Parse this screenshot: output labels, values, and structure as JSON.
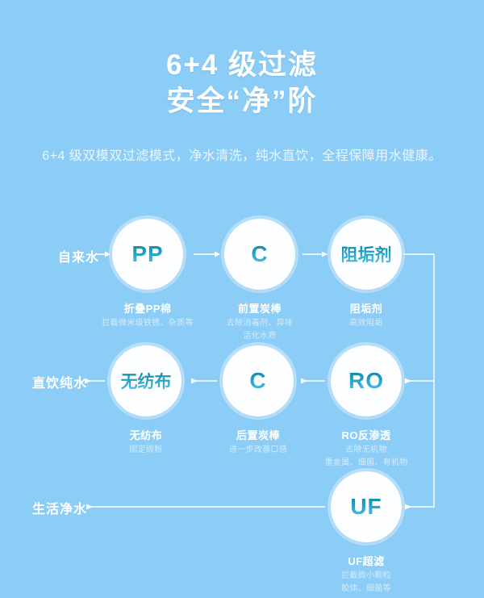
{
  "background_color": "#8ccdf8",
  "accent_color": "#0b7f99",
  "header": {
    "title_line1": "6+4 级过滤",
    "title_line2": "安全“净”阶",
    "subtitle": "6+4 级双模双过滤模式，净水清洗，纯水直饮，全程保障用水健康。"
  },
  "edge_labels": {
    "inlet": "自来水",
    "pure_water_outlet": "直饮纯水",
    "living_water_outlet": "生活净水"
  },
  "nodes": [
    {
      "id": "pp",
      "symbol": "PP",
      "symbol_type": "latin",
      "caption": "折叠PP棉",
      "sub": [
        "拦截微米级铁锈、杂质等"
      ]
    },
    {
      "id": "c1",
      "symbol": "C",
      "symbol_type": "latin",
      "caption": "前置炭棒",
      "sub": [
        "去除消毒剂、异味",
        "活化水质"
      ]
    },
    {
      "id": "scale",
      "symbol": "阻垢剂",
      "symbol_type": "cjk",
      "caption": "阻垢剂",
      "sub": [
        "高效阻垢"
      ]
    },
    {
      "id": "cloth",
      "symbol": "无纺布",
      "symbol_type": "cjk",
      "caption": "无纺布",
      "sub": [
        "固定碳粉"
      ]
    },
    {
      "id": "c2",
      "symbol": "C",
      "symbol_type": "latin",
      "caption": "后置炭棒",
      "sub": [
        "进一步改善口感"
      ]
    },
    {
      "id": "ro",
      "symbol": "RO",
      "symbol_type": "latin",
      "caption": "RO反渗透",
      "sub": [
        "去除无机物",
        "重金属、细菌、有机物"
      ]
    },
    {
      "id": "uf",
      "symbol": "UF",
      "symbol_type": "latin",
      "caption": "UF超滤",
      "sub": [
        "拦截微小颗粒",
        "胶体、细菌等"
      ]
    }
  ],
  "flow": {
    "icons": {
      "arrow_right": "arrow-right-icon",
      "arrow_left": "arrow-left-icon"
    },
    "sequence": [
      "自来水",
      "折叠PP棉",
      "前置炭棒",
      "阻垢剂",
      "RO反渗透",
      "后置炭棒",
      "无纺布",
      "直饮纯水"
    ],
    "branch": [
      "阻垢剂",
      "UF超滤",
      "生活净水"
    ]
  }
}
